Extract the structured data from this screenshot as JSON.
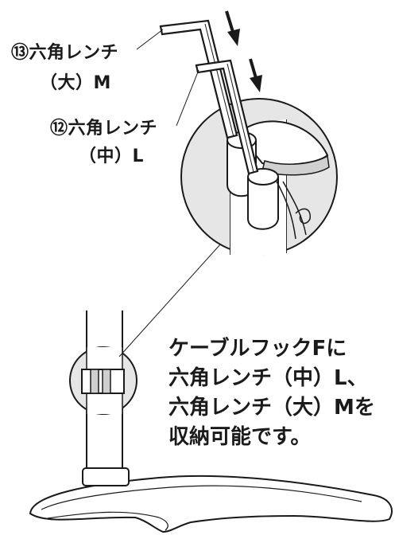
{
  "labels": {
    "wrench13_line1": "⑬六角レンチ",
    "wrench13_line2": "（大）M",
    "wrench12_line1": "⑫六角レンチ",
    "wrench12_line2": "（中）L"
  },
  "note": {
    "lines": [
      "ケーブルフックFに",
      "六角レンチ（中）L、",
      "六角レンチ（大）Mを",
      "収納可能です。"
    ]
  },
  "colors": {
    "line": "#1a1a1a",
    "magnifier_fill": "#e6e6e6",
    "shade": "#bdbdbd",
    "background": "#ffffff"
  }
}
